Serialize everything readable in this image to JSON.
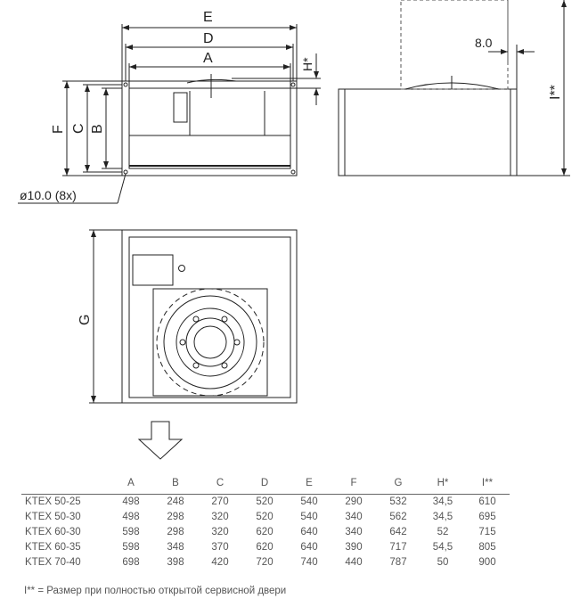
{
  "drawing": {
    "dimension_labels": {
      "E": "E",
      "D": "D",
      "A": "A",
      "F": "F",
      "C": "C",
      "B": "B",
      "H": "H*",
      "I": "I**",
      "G": "G",
      "offset": "8.0",
      "holes": "ø10.0 (8x)"
    }
  },
  "table": {
    "headers": [
      "",
      "A",
      "B",
      "C",
      "D",
      "E",
      "F",
      "G",
      "H*",
      "I**"
    ],
    "rows": [
      [
        "KTEX 50-25",
        "498",
        "248",
        "270",
        "520",
        "540",
        "290",
        "532",
        "34,5",
        "610"
      ],
      [
        "KTEX 50-30",
        "498",
        "298",
        "320",
        "520",
        "540",
        "340",
        "562",
        "34,5",
        "695"
      ],
      [
        "KTEX 60-30",
        "598",
        "298",
        "320",
        "620",
        "640",
        "340",
        "642",
        "52",
        "715"
      ],
      [
        "KTEX 60-35",
        "598",
        "348",
        "370",
        "620",
        "640",
        "390",
        "717",
        "54,5",
        "805"
      ],
      [
        "KTEX 70-40",
        "698",
        "398",
        "420",
        "720",
        "740",
        "440",
        "787",
        "50",
        "900"
      ]
    ]
  },
  "footnote": "I** = Размер при полностью открытой сервисной двери"
}
